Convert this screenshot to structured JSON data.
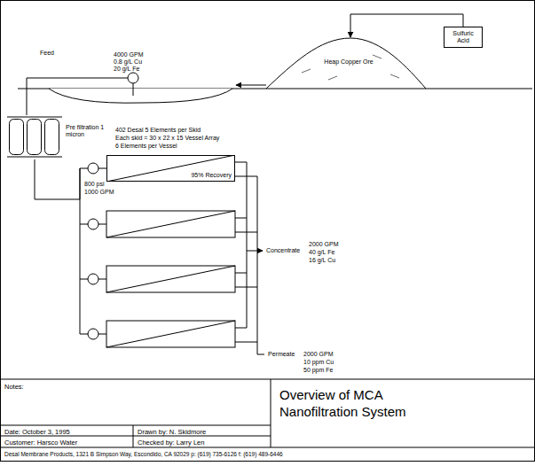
{
  "diagram": {
    "title": "Overview of MCA Nanofiltration System",
    "nodes": [
      {
        "text": [
          "Sulfuric Acid"
        ]
      },
      {
        "text": [
          "Heap Copper Ore"
        ]
      },
      {
        "text": [
          "Pre filtration 1 micron"
        ]
      },
      {
        "text": [
          "95% Recovery"
        ]
      }
    ],
    "edges": [
      {
        "from": 0,
        "to": 1,
        "arrow": "to"
      },
      {
        "from": 2,
        "to": 3,
        "arrow": "none"
      }
    ],
    "labels": [
      "Feed",
      "4000 GPM",
      "0.8 g/L Cu",
      "20 g/L Fe",
      "402 Desal 5 Elements per Skid",
      "Each skid = 30 x 22 x 15 Vessel Array",
      "6 Elements per Vessel",
      "800 psi",
      "1000 GPM",
      "Concentrate",
      "2000 GPM",
      "40 g/L Fe",
      "16 g/L Cu",
      "Permeate",
      "2000 GPM",
      "10 ppm Cu",
      "50 ppm Fe",
      "Notes:",
      "Date: October 3, 1995",
      "Drawn by: N. Skidmore",
      "Customer: Harsco Water",
      "Checked by: Larry Len",
      "Desal Membrane Products, 1321 B Simpson Way, Escondido, CA 92029  p: (619) 735-6126  f: (619) 489-6446"
    ]
  }
}
